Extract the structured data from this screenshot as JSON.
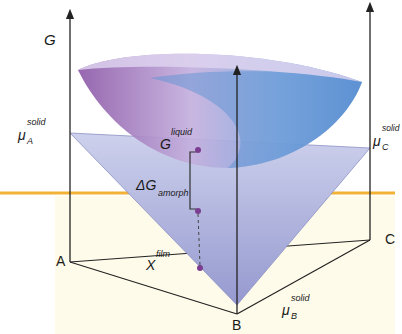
{
  "diagram": {
    "labels": [
      "G",
      "μ",
      "A",
      "solid",
      "G",
      "liquid",
      "ΔG",
      "amorph",
      "X",
      "film",
      "μ",
      "C",
      "solid",
      "μ",
      "B",
      "solid",
      "A",
      "B",
      "C"
    ]
  }
}
